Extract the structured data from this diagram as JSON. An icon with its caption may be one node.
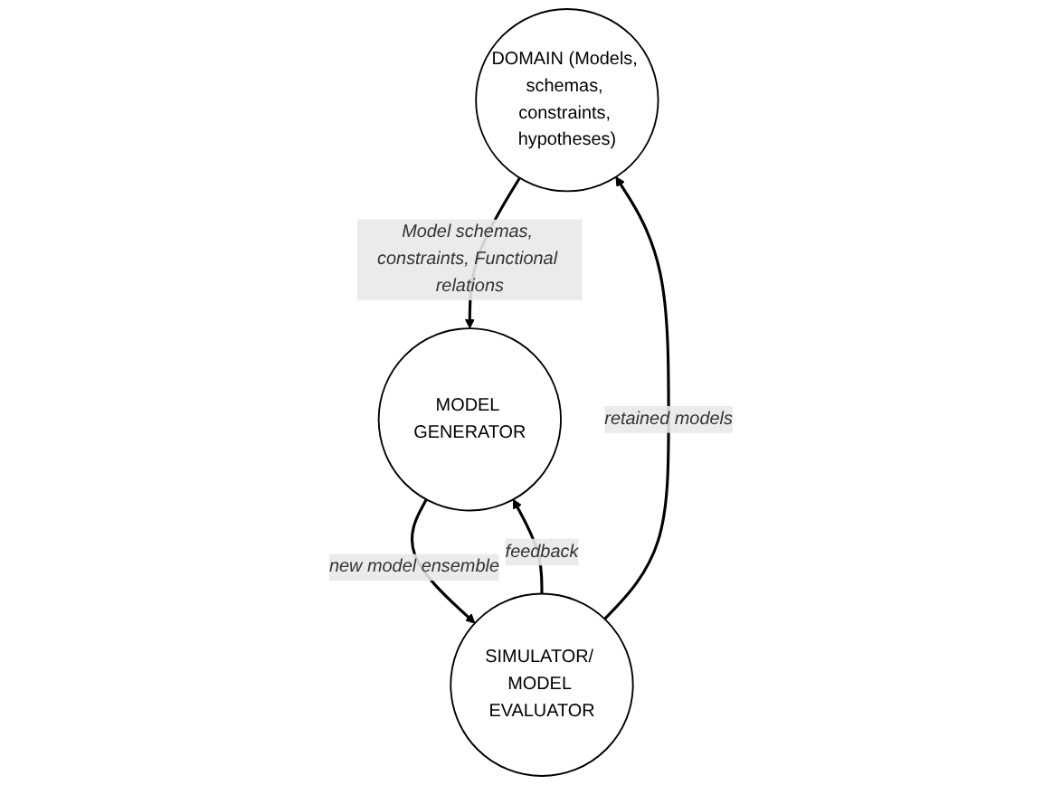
{
  "diagram": {
    "nodes": [
      {
        "text": [
          "DOMAIN (Models, schemas, constraints, hypotheses)"
        ]
      },
      {
        "text": [
          "MODEL GENERATOR"
        ]
      },
      {
        "text": [
          "SIMULATOR/ MODEL EVALUATOR"
        ]
      }
    ],
    "edges": [
      {
        "from": 0,
        "to": 1,
        "arrow": "to",
        "label": "Model schemas, constraints, Functional relations"
      },
      {
        "from": 1,
        "to": 2,
        "arrow": "to",
        "label": "new model ensemble"
      },
      {
        "from": 2,
        "to": 1,
        "arrow": "to",
        "label": "feedback"
      },
      {
        "from": 2,
        "to": 0,
        "arrow": "to",
        "label": "retained models"
      }
    ]
  }
}
